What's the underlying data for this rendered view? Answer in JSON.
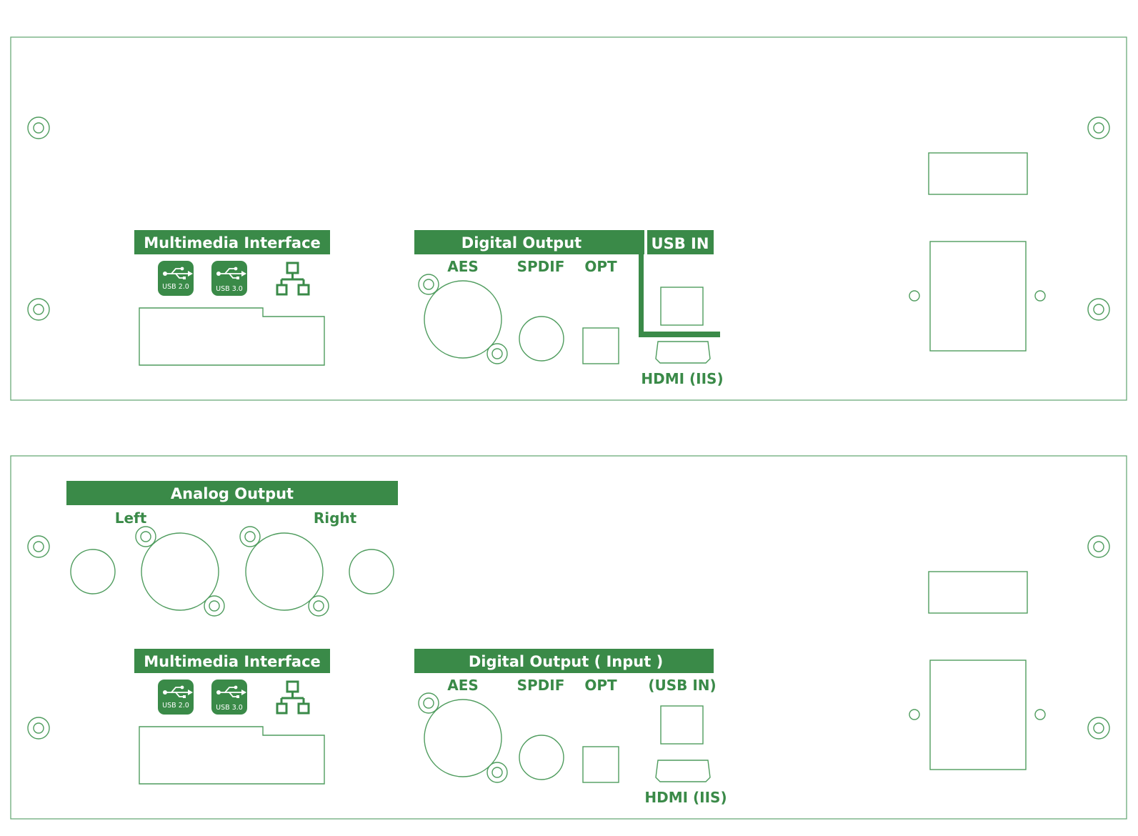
{
  "colors": {
    "accent": "#3a8a48",
    "outline": "#4f9c5e",
    "background": "#ffffff"
  },
  "panel_top": {
    "multimedia_title": "Multimedia Interface",
    "usb_a_label": "USB 2.0",
    "usb_b_label": "USB 3.0",
    "network_icon": "network-icon",
    "digital_title": "Digital Output",
    "usb_in_title": "USB IN",
    "aes_label": "AES",
    "spdif_label": "SPDIF",
    "opt_label": "OPT",
    "hdmi_label": "HDMI (IIS)"
  },
  "panel_bottom": {
    "analog_title": "Analog Output",
    "left_label": "Left",
    "right_label": "Right",
    "multimedia_title": "Multimedia Interface",
    "usb_a_label": "USB 2.0",
    "usb_b_label": "USB 3.0",
    "network_icon": "network-icon",
    "digital_title": "Digital Output ( Input )",
    "aes_label": "AES",
    "spdif_label": "SPDIF",
    "opt_label": "OPT",
    "usb_in_label": "(USB IN)",
    "hdmi_label": "HDMI (IIS)"
  }
}
